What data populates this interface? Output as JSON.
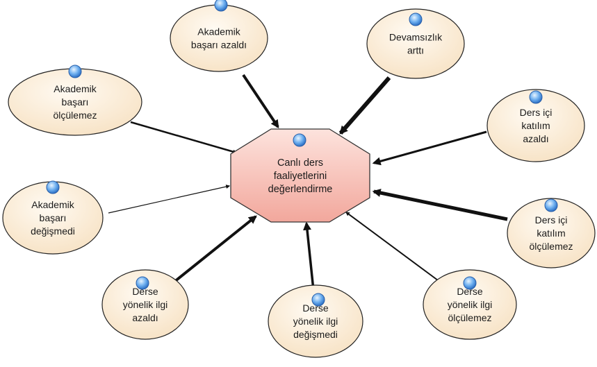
{
  "center": {
    "lines": [
      "Canlı ders",
      "faaliyetlerini",
      "değerlendirme"
    ]
  },
  "nodes": [
    {
      "id": "akademik-basari-azaldi",
      "lines": [
        "Akademik",
        "başarı azaldı"
      ]
    },
    {
      "id": "devamsizlik-artti",
      "lines": [
        "Devamsızlık",
        "arttı"
      ]
    },
    {
      "id": "akademik-basari-olculemez",
      "lines": [
        "Akademik",
        "başarı",
        "ölçülemez"
      ]
    },
    {
      "id": "ders-ici-katilim-azaldi",
      "lines": [
        "Ders içi",
        "katılım",
        "azaldı"
      ]
    },
    {
      "id": "akademik-basari-degismedi",
      "lines": [
        "Akademik",
        "başarı",
        "değişmedi"
      ]
    },
    {
      "id": "ders-ici-katilim-olculemez",
      "lines": [
        "Ders içi",
        "katılım",
        "ölçülemez"
      ]
    },
    {
      "id": "derse-yonelik-ilgi-azaldi",
      "lines": [
        "Derse",
        "yönelik ilgi",
        "azaldı"
      ]
    },
    {
      "id": "derse-yonelik-ilgi-degismedi",
      "lines": [
        "Derse",
        "yönelik ilgi",
        "değişmedi"
      ]
    },
    {
      "id": "derse-yonelik-ilgi-olculemez",
      "lines": [
        "Derse",
        "yönelik ilgi",
        "ölçülemez"
      ]
    }
  ],
  "colors": {
    "node_fill": "#fdf0de",
    "center_fill": "#f7b9b0",
    "arrow": "#111111",
    "marker": "#4a8fe0"
  }
}
